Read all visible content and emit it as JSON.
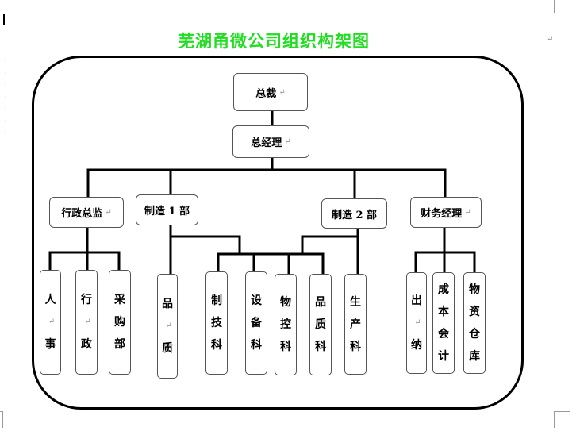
{
  "title": "芜湖甬微公司组织构架图",
  "colors": {
    "title": "#22dd22",
    "line": "#000000",
    "box_border": "#555555"
  },
  "return_glyph": "↵",
  "nodes": {
    "ceo": "总裁",
    "gm": "总经理",
    "admin_director": "行政总监",
    "mfg1": "制造 1 部",
    "mfg2": "制造 2 部",
    "finance_manager": "财务经理"
  },
  "leaves": {
    "hr": [
      "人",
      "事"
    ],
    "admin": [
      "行",
      "政"
    ],
    "purchasing": [
      "采",
      "购",
      "部"
    ],
    "quality1": [
      "品",
      "质"
    ],
    "tech": [
      "制",
      "技",
      "科"
    ],
    "equipment": [
      "设",
      "备",
      "科"
    ],
    "material_control": [
      "物",
      "控",
      "科"
    ],
    "quality2": [
      "品",
      "质",
      "科"
    ],
    "production": [
      "生",
      "产",
      "科"
    ],
    "cashier": [
      "出",
      "纳"
    ],
    "cost_accounting": [
      "成",
      "本",
      "会",
      "计"
    ],
    "warehouse": [
      "物",
      "资",
      "仓",
      "库"
    ]
  }
}
